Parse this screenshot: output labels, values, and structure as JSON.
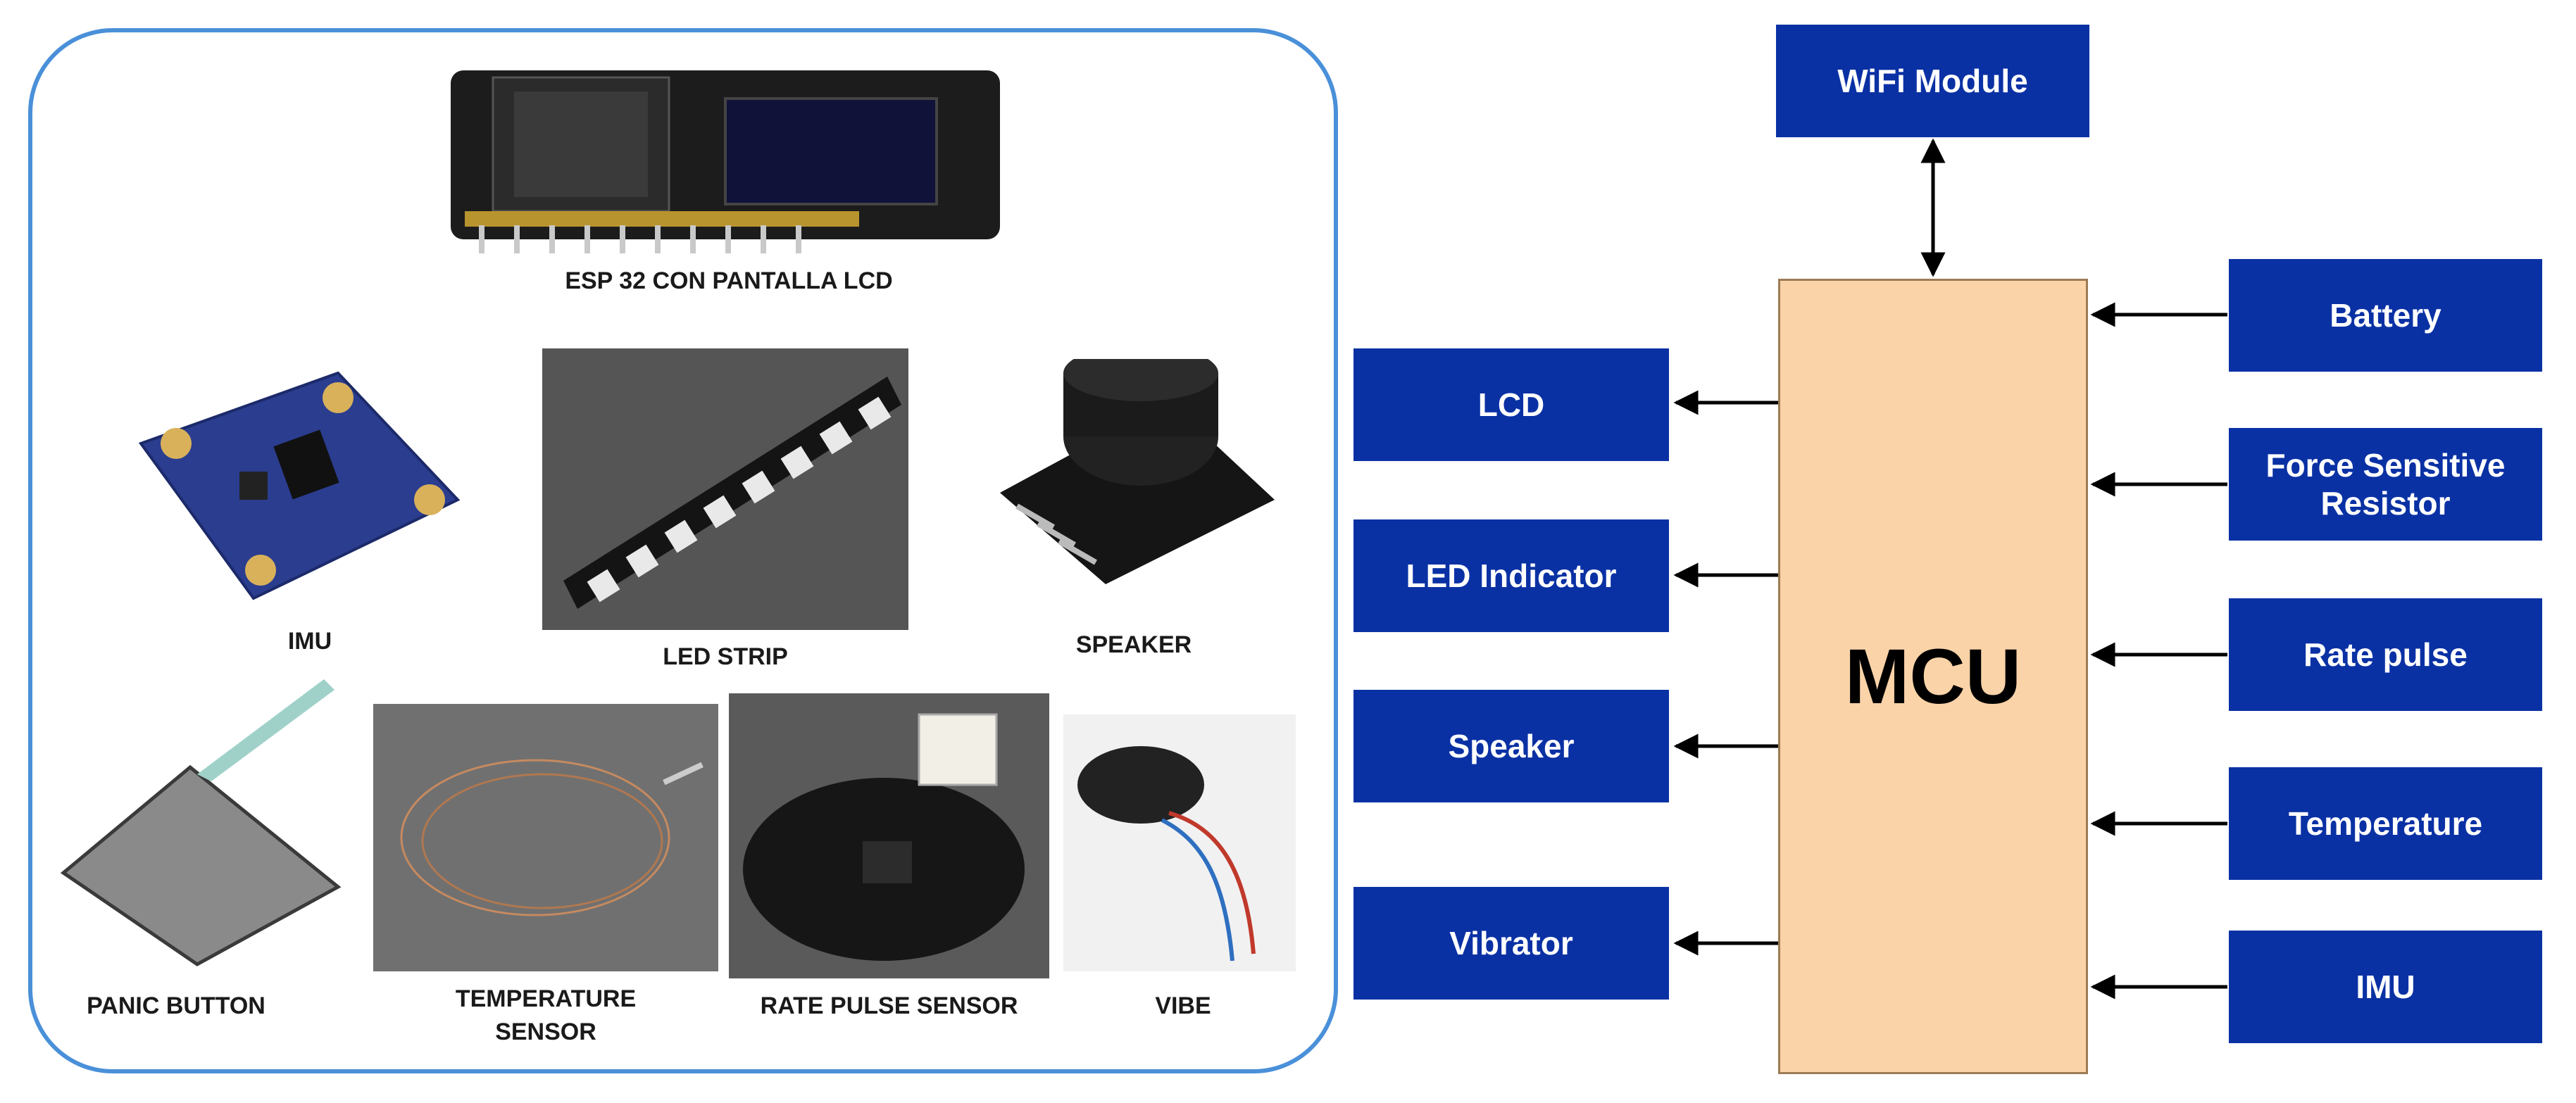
{
  "components": {
    "esp32": "ESP 32 CON PANTALLA LCD",
    "imu": "IMU",
    "led_strip": "LED STRIP",
    "speaker": "SPEAKER",
    "panic_button": "PANIC BUTTON",
    "temperature_sensor_line1": "TEMPERATURE",
    "temperature_sensor_line2": "SENSOR",
    "rate_pulse_sensor": "RATE PULSE SENSOR",
    "vibe": "VIBE"
  },
  "diagram": {
    "mcu": "MCU",
    "wifi": "WiFi Module",
    "outputs": [
      "LCD",
      "LED Indicator",
      "Speaker",
      "Vibrator"
    ],
    "inputs": [
      "Battery",
      "Force Sensitive Resistor",
      "Rate pulse",
      "Temperature",
      "IMU"
    ],
    "colors": {
      "block": "#0a31a4",
      "mcu_fill": "#fad3a8",
      "panel_border": "#4a90d9"
    }
  }
}
